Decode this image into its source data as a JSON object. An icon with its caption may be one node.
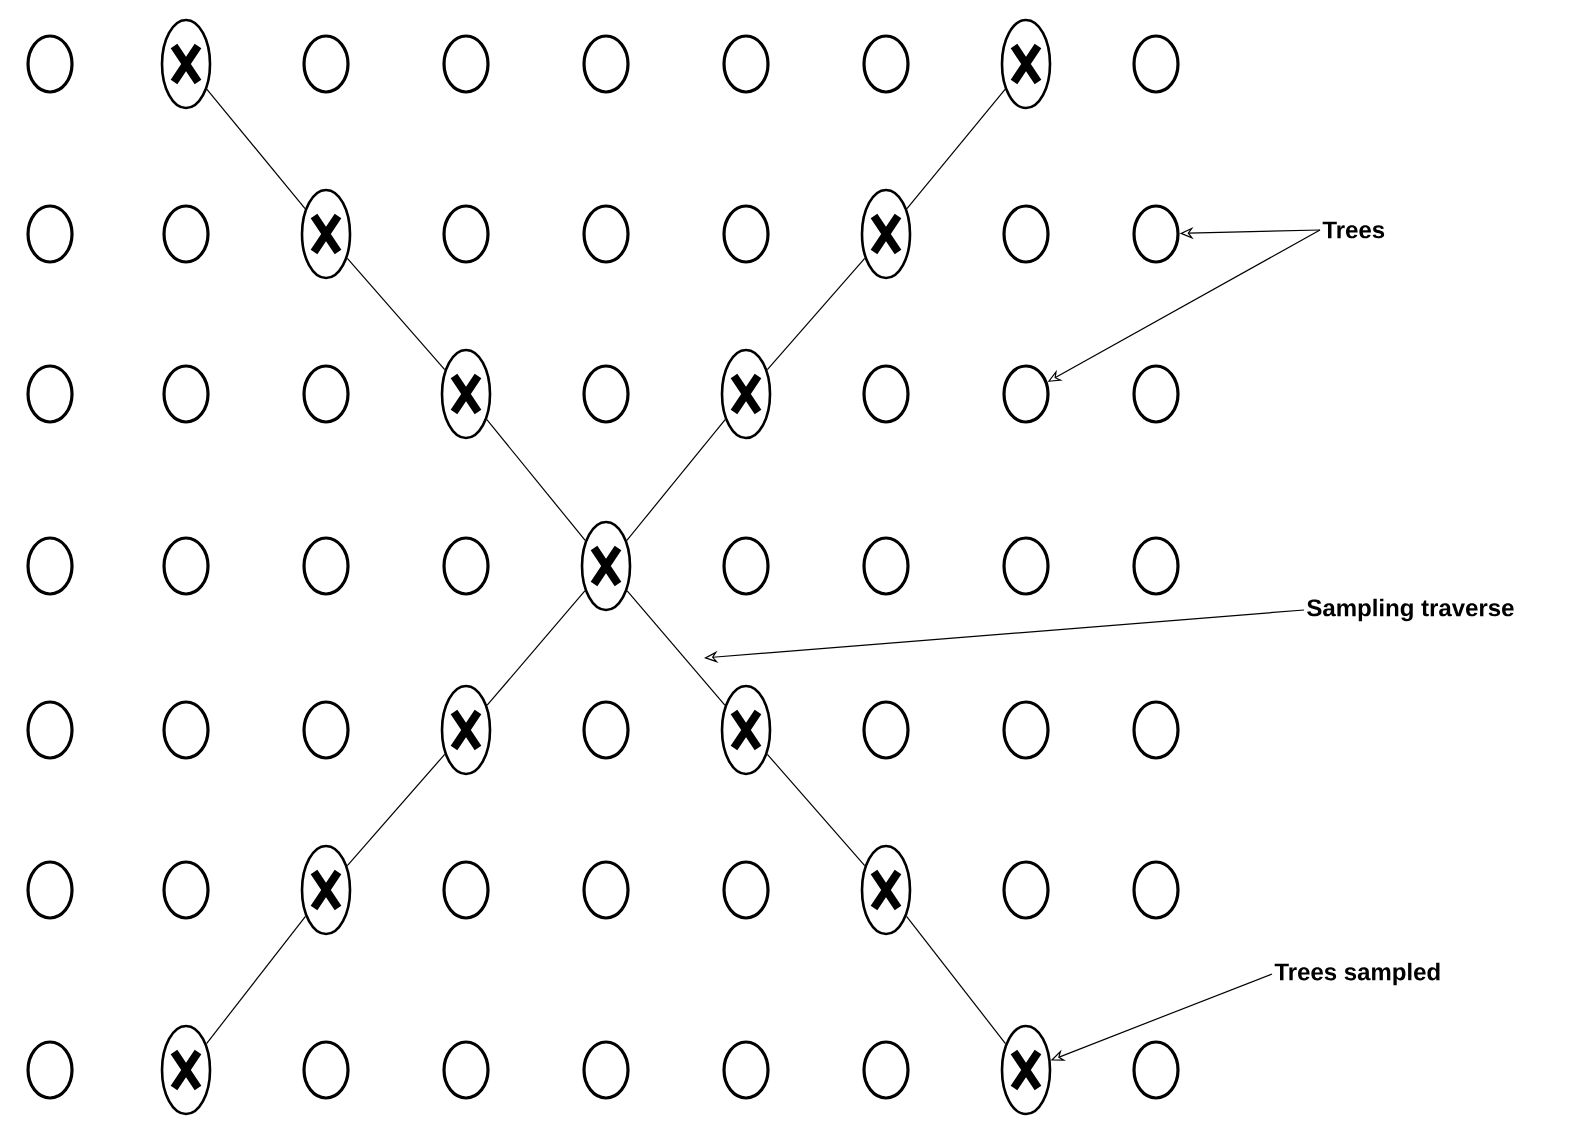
{
  "diagram": {
    "nodes": [
      {
        "text": [],
        "shape": "circle"
      },
      {
        "text": [],
        "shape": "cross"
      },
      {
        "text": [],
        "shape": "circle"
      },
      {
        "text": [],
        "shape": "circle"
      },
      {
        "text": [],
        "shape": "circle"
      },
      {
        "text": [],
        "shape": "circle"
      },
      {
        "text": [],
        "shape": "circle"
      },
      {
        "text": [],
        "shape": "cross"
      },
      {
        "text": [],
        "shape": "circle"
      },
      {
        "text": [],
        "shape": "circle"
      },
      {
        "text": [],
        "shape": "circle"
      },
      {
        "text": [],
        "shape": "cross"
      },
      {
        "text": [],
        "shape": "circle"
      },
      {
        "text": [],
        "shape": "circle"
      },
      {
        "text": [],
        "shape": "circle"
      },
      {
        "text": [],
        "shape": "cross"
      },
      {
        "text": [],
        "shape": "circle"
      },
      {
        "text": [],
        "shape": "circle"
      },
      {
        "text": [],
        "shape": "circle"
      },
      {
        "text": [],
        "shape": "circle"
      },
      {
        "text": [],
        "shape": "circle"
      },
      {
        "text": [],
        "shape": "cross"
      },
      {
        "text": [],
        "shape": "circle"
      },
      {
        "text": [],
        "shape": "cross"
      },
      {
        "text": [],
        "shape": "circle"
      },
      {
        "text": [],
        "shape": "circle"
      },
      {
        "text": [],
        "shape": "circle"
      },
      {
        "text": [],
        "shape": "circle"
      },
      {
        "text": [],
        "shape": "circle"
      },
      {
        "text": [],
        "shape": "circle"
      },
      {
        "text": [],
        "shape": "circle"
      },
      {
        "text": [],
        "shape": "cross"
      },
      {
        "text": [],
        "shape": "circle"
      },
      {
        "text": [],
        "shape": "circle"
      },
      {
        "text": [],
        "shape": "circle"
      },
      {
        "text": [],
        "shape": "circle"
      },
      {
        "text": [],
        "shape": "circle"
      },
      {
        "text": [],
        "shape": "circle"
      },
      {
        "text": [],
        "shape": "circle"
      },
      {
        "text": [],
        "shape": "cross"
      },
      {
        "text": [],
        "shape": "circle"
      },
      {
        "text": [],
        "shape": "cross"
      },
      {
        "text": [],
        "shape": "circle"
      },
      {
        "text": [],
        "shape": "circle"
      },
      {
        "text": [],
        "shape": "circle"
      },
      {
        "text": [],
        "shape": "circle"
      },
      {
        "text": [],
        "shape": "circle"
      },
      {
        "text": [],
        "shape": "cross"
      },
      {
        "text": [],
        "shape": "circle"
      },
      {
        "text": [],
        "shape": "circle"
      },
      {
        "text": [],
        "shape": "circle"
      },
      {
        "text": [],
        "shape": "cross"
      },
      {
        "text": [],
        "shape": "circle"
      },
      {
        "text": [],
        "shape": "circle"
      },
      {
        "text": [],
        "shape": "circle"
      },
      {
        "text": [],
        "shape": "cross"
      },
      {
        "text": [],
        "shape": "circle"
      },
      {
        "text": [],
        "shape": "circle"
      },
      {
        "text": [],
        "shape": "circle"
      },
      {
        "text": [],
        "shape": "circle"
      },
      {
        "text": [],
        "shape": "circle"
      },
      {
        "text": [],
        "shape": "cross"
      },
      {
        "text": [],
        "shape": "circle"
      },
      {
        "text": [
          "Trees"
        ]
      },
      {
        "text": [
          "Sampling traverse"
        ]
      },
      {
        "text": [
          "Trees sampled"
        ]
      }
    ],
    "edges": [
      {
        "from": 1,
        "to": 11,
        "arrow": "none"
      },
      {
        "from": 11,
        "to": 21,
        "arrow": "none"
      },
      {
        "from": 21,
        "to": 31,
        "arrow": "none"
      },
      {
        "from": 31,
        "to": 41,
        "arrow": "none"
      },
      {
        "from": 41,
        "to": 51,
        "arrow": "none"
      },
      {
        "from": 51,
        "to": 61,
        "arrow": "none"
      },
      {
        "from": 7,
        "to": 15,
        "arrow": "none"
      },
      {
        "from": 15,
        "to": 23,
        "arrow": "none"
      },
      {
        "from": 23,
        "to": 31,
        "arrow": "none"
      },
      {
        "from": 31,
        "to": 39,
        "arrow": "none"
      },
      {
        "from": 39,
        "to": 47,
        "arrow": "none"
      },
      {
        "from": 47,
        "to": 55,
        "arrow": "none"
      },
      {
        "from": 63,
        "to": 17,
        "arrow": "to"
      },
      {
        "from": 63,
        "to": 25,
        "arrow": "to"
      },
      {
        "from": 64,
        "to": null,
        "arrow": "to"
      },
      {
        "from": 65,
        "to": 61,
        "arrow": "to"
      }
    ]
  }
}
